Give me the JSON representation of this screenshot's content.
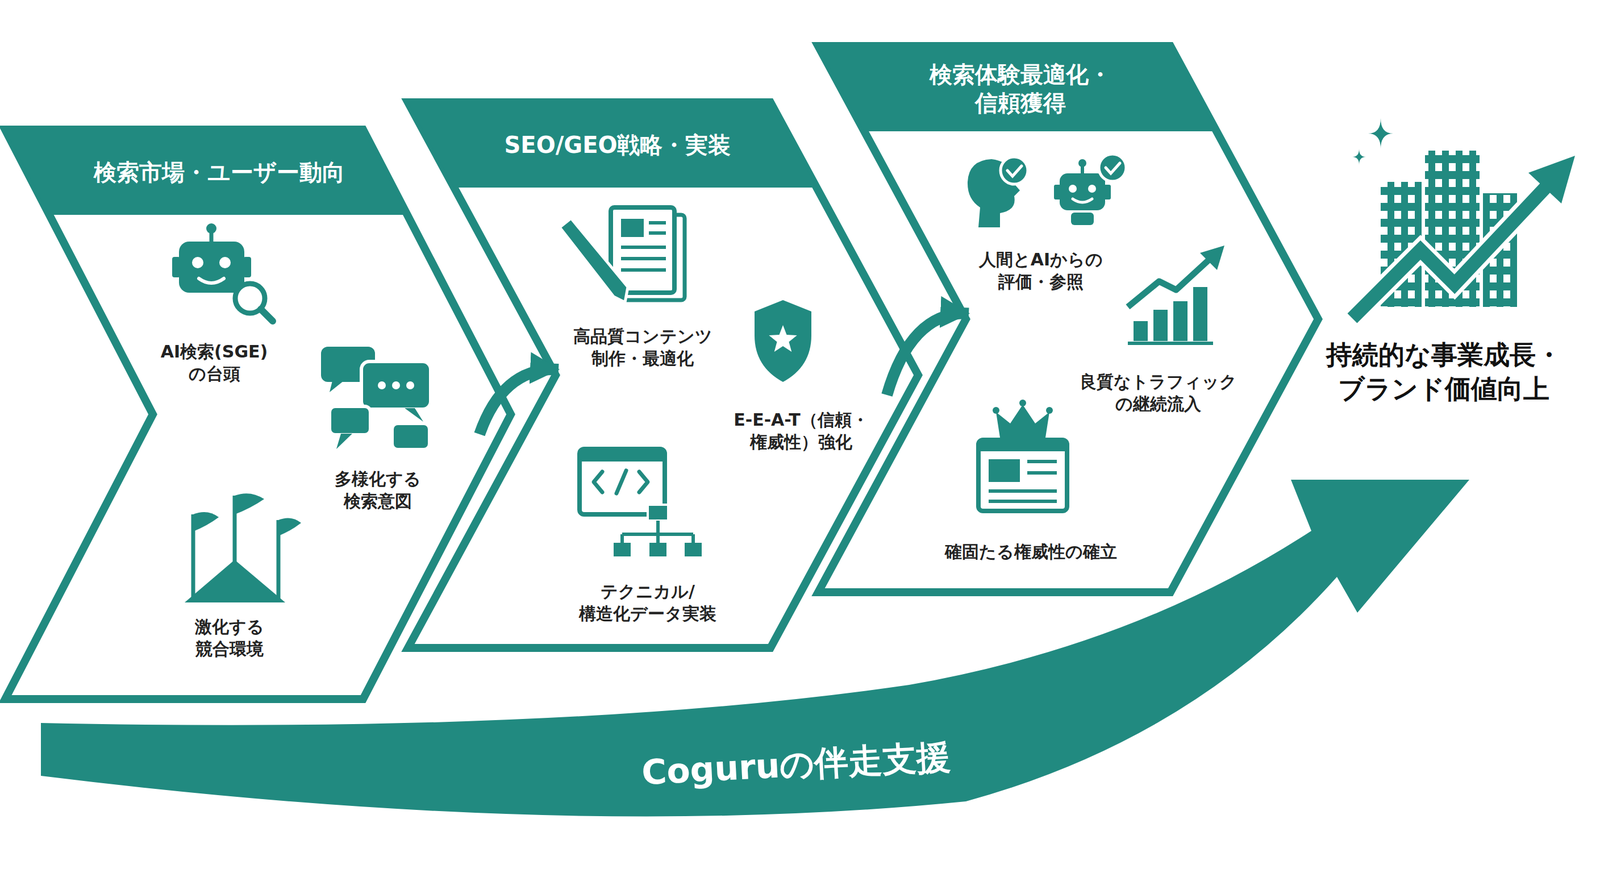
{
  "diagram": {
    "nodes": [
      {
        "text": [
          "検索市場・ユーザー動向"
        ]
      },
      {
        "text": [
          "AI検索(SGE) の台頭"
        ],
        "in": 0
      },
      {
        "text": [
          "多様化する 検索意図"
        ],
        "in": 0
      },
      {
        "text": [
          "激化する 競合環境"
        ],
        "in": 0
      },
      {
        "text": [
          "SEO/GEO戦略・実装"
        ]
      },
      {
        "text": [
          "高品質コンテンツ 制作・最適化"
        ],
        "in": 4
      },
      {
        "text": [
          "E-E-A-T（信頼・ 権威性）強化"
        ],
        "in": 4
      },
      {
        "text": [
          "テクニカル/ 構造化データ実装"
        ],
        "in": 4
      },
      {
        "text": [
          "検索体験最適化・ 信頼獲得"
        ]
      },
      {
        "text": [
          "人間とAIからの 評価・参照"
        ],
        "in": 8
      },
      {
        "text": [
          "良質なトラフィック の継続流入"
        ],
        "in": 8
      },
      {
        "text": [
          "確固たる権威性の確立"
        ],
        "in": 8
      },
      {
        "text": [
          "持続的な事業成長・ ブランド価値向上"
        ]
      },
      {
        "text": [
          "Coguruの伴走支援"
        ]
      }
    ],
    "edges": [
      {
        "from": 0,
        "to": 4,
        "arrow": "to"
      },
      {
        "from": 4,
        "to": 8,
        "arrow": "to"
      }
    ]
  }
}
